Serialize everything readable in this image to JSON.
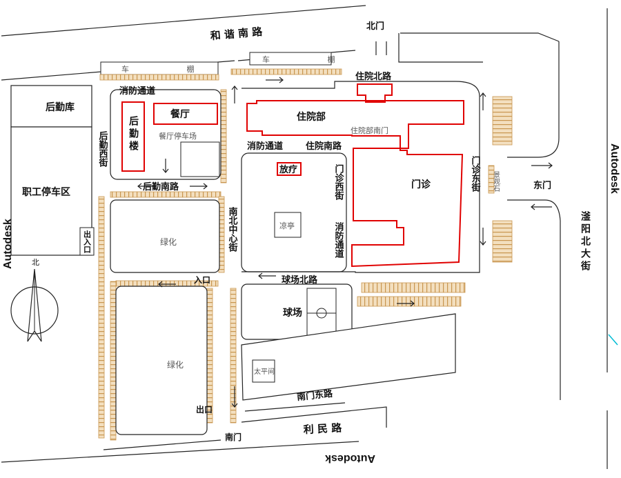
{
  "colors": {
    "building": "#e00000",
    "parking": "#c8954e",
    "outline": "#222222",
    "accent": "#00bcd4"
  },
  "roads": {
    "hexie_nan_lu": "和 谐 南 路",
    "limin_lu": "利 民 路",
    "fuyang_bei_da_jie": "滏阳北大街",
    "zhuyuan_bei_lu": "住院北路",
    "zhuyuan_nan_lu": "住院南路",
    "houqin_nan_lu": "后勤南路",
    "houqin_xi_jie": "后勤西街",
    "xiaofang_top": "消防通道",
    "xiaofang_mid": "消防通道",
    "xiaofang_vertical": "消防通道",
    "nanbei_zhongxin_jie": "南北中心街",
    "menzhen_xi_jie": "门诊西街",
    "menzhen_dong_jie": "门诊东街",
    "qiuchang_bei_lu": "球场北路",
    "nanmen_dong_lu": "南门东路"
  },
  "gates": {
    "bei_men": "北门",
    "dong_men": "东门",
    "nan_men": "南门",
    "ru_kou": "入口",
    "chu_kou": "出口",
    "chu_ru_kou": "出入口"
  },
  "buildings": {
    "zhuyuan_bu": "住院部",
    "menzhen": "门诊",
    "fangliao": "放疗",
    "canting": "餐厅",
    "houqin_lou": "后勤楼",
    "zhuyuan_nanmen": "住院部南门",
    "houqin_ku": "后勤库",
    "liangting": "凉亭",
    "taipingjian": "太平间",
    "jingguanshi": "景观石",
    "qiuchang": "球场"
  },
  "areas": {
    "zhigong_tingche": "职工停车区",
    "canting_tingche": "餐厅停车场",
    "lvhua_1": "绿化",
    "lvhua_2": "绿化",
    "chepeng_1": "车 棚",
    "chepeng_2": "车 棚"
  },
  "compass": {
    "north": "北"
  },
  "watermark": "Autodesk"
}
